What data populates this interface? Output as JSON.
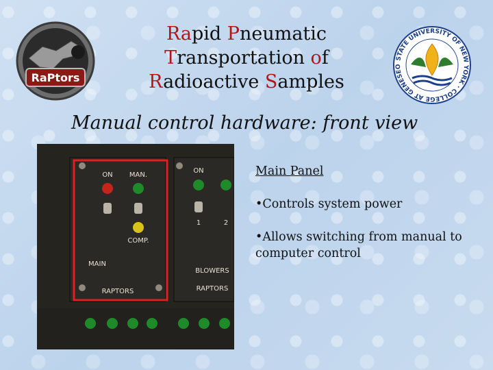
{
  "title": {
    "line1": [
      {
        "t": "Ra",
        "red": true
      },
      {
        "t": "pid ",
        "red": false
      },
      {
        "t": "P",
        "red": true
      },
      {
        "t": "neumatic",
        "red": false
      }
    ],
    "line2": [
      {
        "t": "T",
        "red": true
      },
      {
        "t": "ransportation ",
        "red": false
      },
      {
        "t": "o",
        "red": true
      },
      {
        "t": "f",
        "red": false
      }
    ],
    "line3": [
      {
        "t": "R",
        "red": true
      },
      {
        "t": "adioactive ",
        "red": false
      },
      {
        "t": "S",
        "red": true
      },
      {
        "t": "amples",
        "red": false
      }
    ]
  },
  "subtitle": "Manual control hardware: front view",
  "logos": {
    "left_text": "RaPtors",
    "right_ring": "STATE UNIVERSITY OF NEW YORK · COLLEGE AT GENESEO"
  },
  "panel": {
    "main": {
      "on": "ON",
      "man": "MAN.",
      "comp": "COMP.",
      "label": "MAIN",
      "brand": "RAPTORS"
    },
    "blowers": {
      "on": "ON",
      "n1": "1",
      "n2": "2",
      "label": "BLOWERS",
      "brand": "RAPTORS"
    }
  },
  "bullets": {
    "heading": "Main Panel",
    "items": [
      "•Controls system power",
      "•Allows switching from manual to computer control"
    ]
  },
  "colors": {
    "accent_red": "#b3141c",
    "led_green": "#1e8a2a",
    "led_red": "#c2261b",
    "led_yellow": "#d8c21a"
  }
}
